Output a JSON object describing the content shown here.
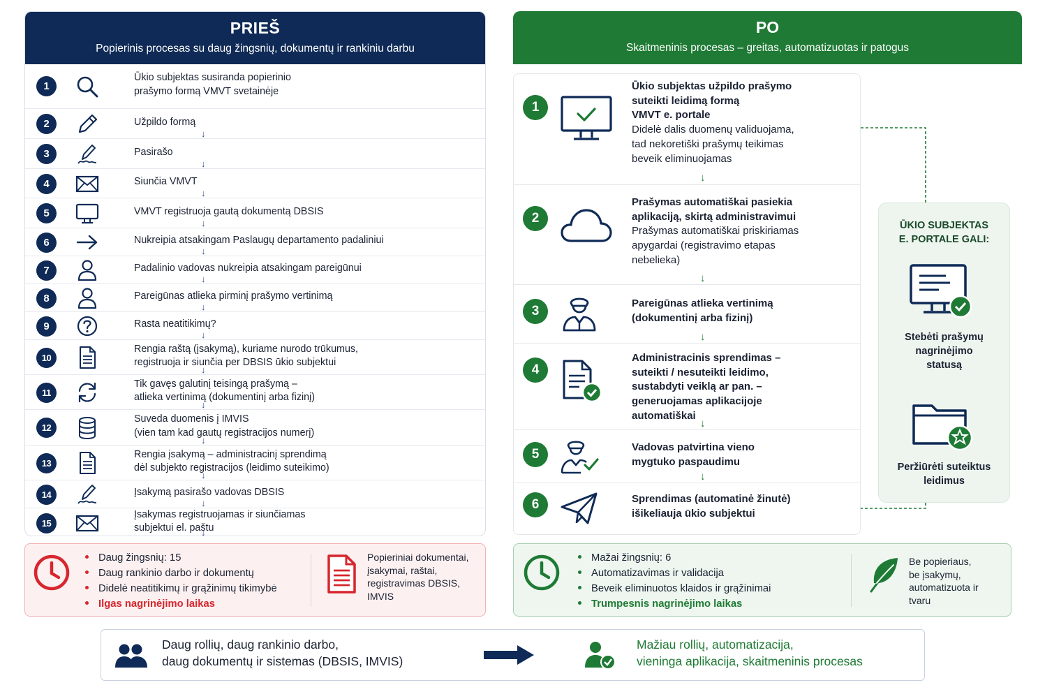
{
  "before": {
    "title": "PRIEŠ",
    "subtitle": "Popierinis procesas su daug žingsnių, dokumentų ir rankiniu darbu",
    "steps": [
      {
        "num": "1",
        "icon": "search-icon",
        "text": "Ūkio subjektas susiranda popierinio\nprašymo formą VMVT svetainėje"
      },
      {
        "num": "2",
        "icon": "pencil-icon",
        "text": "Užpildo formą"
      },
      {
        "num": "3",
        "icon": "signature-pen-icon",
        "text": "Pasirašo"
      },
      {
        "num": "4",
        "icon": "envelope-icon",
        "text": "Siunčia VMVT"
      },
      {
        "num": "5",
        "icon": "monitor-icon",
        "text": "VMVT registruoja gautą dokumentą DBSIS"
      },
      {
        "num": "6",
        "icon": "arrow-right-icon",
        "text": "Nukreipia atsakingam Paslaugų departamento padaliniui"
      },
      {
        "num": "7",
        "icon": "person-icon",
        "text": "Padalinio vadovas nukreipia atsakingam pareigūnui"
      },
      {
        "num": "8",
        "icon": "person-icon",
        "text": "Pareigūnas atlieka pirminį prašymo vertinimą"
      },
      {
        "num": "9",
        "icon": "question-icon",
        "text": "Rasta neatitikimų?"
      },
      {
        "num": "10",
        "icon": "document-icon",
        "text": "Rengia raštą (įsakymą), kuriame nurodo trūkumus,\nregistruoja ir siunčia per DBSIS ūkio subjektui"
      },
      {
        "num": "11",
        "icon": "refresh-icon",
        "text": "Tik gavęs galutinį teisingą prašymą –\natlieka vertinimą (dokumentinį arba fizinį)"
      },
      {
        "num": "12",
        "icon": "database-icon",
        "text": "Suveda duomenis į IMVIS\n(vien tam kad gautų registracijos numerį)"
      },
      {
        "num": "13",
        "icon": "document-icon",
        "text": "Rengia įsakymą – administracinį sprendimą\ndėl subjekto registracijos (leidimo suteikimo)"
      },
      {
        "num": "14",
        "icon": "signature-pen-icon",
        "text": "Įsakymą pasirašo vadovas DBSIS"
      },
      {
        "num": "15",
        "icon": "envelope-icon",
        "text": "Įsakymas registruojamas ir siunčiamas\nsubjektui el. paštu"
      }
    ],
    "arrow_glyph": "↓",
    "summary": {
      "bullets": [
        "Daug žingsnių: 15",
        "Daug rankinio darbo ir dokumentų",
        "Didelė neatitikimų ir grąžinimų tikimybė"
      ],
      "highlight": "Ilgas nagrinėjimo laikas",
      "note": "Popieriniai dokumentai,\nįsakymai, raštai,\nregistravimas DBSIS,\nIMVIS"
    }
  },
  "after": {
    "title": "PO",
    "subtitle": "Skaitmeninis procesas – greitas, automatizuotas ir patogus",
    "steps": [
      {
        "num": "1",
        "icon": "monitor-check-icon",
        "bold": "Ūkio subjektas užpildo prašymo\nsuteikti leidimą formą\nVMVT e. portale",
        "normal": "Didelė dalis duomenų validuojama,\ntad nekoretiški prašymų teikimas\nbeveik eliminuojamas"
      },
      {
        "num": "2",
        "icon": "cloud-icon",
        "bold": "Prašymas automatiškai pasiekia\naplikaciją, skirtą administravimui",
        "normal": "Prašymas automatiškai priskiriamas\napygardai (registravimo etapas\nnebelieka)"
      },
      {
        "num": "3",
        "icon": "officer-icon",
        "bold": "Pareigūnas atlieka vertinimą\n(dokumentinį arba fizinį)",
        "normal": ""
      },
      {
        "num": "4",
        "icon": "document-check-icon",
        "bold": "Administracinis sprendimas –\nsuteikti / nesuteikti leidimo,\nsustabdyti veiklą ar pan. –\ngeneruojamas aplikacijoje\nautomatiškai",
        "normal": ""
      },
      {
        "num": "5",
        "icon": "officer-check-icon",
        "bold": "Vadovas patvirtina vieno\nmygtuko paspaudimu",
        "normal": ""
      },
      {
        "num": "6",
        "icon": "paper-plane-icon",
        "bold": "Sprendimas (automatinė žinutė)\nišikeliauja ūkio subjektui",
        "normal": ""
      }
    ],
    "arrow_glyph": "↓",
    "side": {
      "title": "ŪKIO SUBJEKTAS\nE. PORTALE GALI:",
      "item1": "Stebėti prašymų\nnagrinėjimo\nstatusą",
      "item2": "Peržiūrėti suteiktus\nleidimus"
    },
    "summary": {
      "bullets": [
        "Mažai žingsnių: 6",
        "Automatizavimas ir validacija",
        "Beveik eliminuotos klaidos ir grąžinimai"
      ],
      "highlight": "Trumpesnis nagrinėjimo laikas",
      "note": "Be popieriaus,\nbe įsakymų,\nautomatizuota ir\ntvaru"
    }
  },
  "bottom": {
    "left_text": "Daug rollių, daug rankinio darbo,\ndaug dokumentų ir sistemas (DBSIS, IMVIS)",
    "right_text": "Mažiau rollių, automatizacija,\nvieninga aplikacija, skaitmeninis procesas"
  },
  "colors": {
    "navy": "#0f2a56",
    "green": "#1e7a34",
    "red": "#d7262e",
    "light_red": "#fdf0f0",
    "light_green": "#eef6ef"
  }
}
